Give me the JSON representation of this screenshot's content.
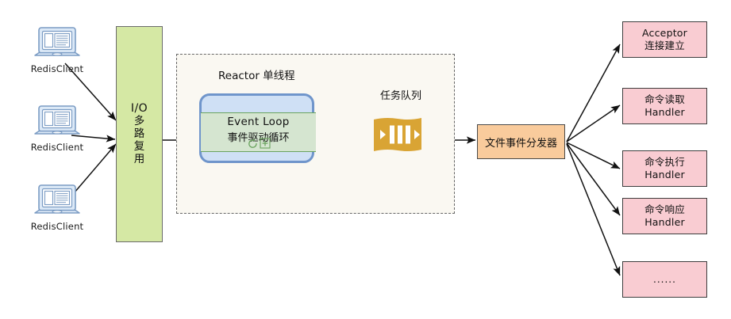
{
  "diagram": {
    "title": "Redis Reactor single-thread event model",
    "background": "#ffffff"
  },
  "clients": [
    {
      "label": "RedisClient",
      "icon": "laptop-icon"
    },
    {
      "label": "RedisClient",
      "icon": "laptop-icon"
    },
    {
      "label": "RedisClient",
      "icon": "laptop-icon"
    }
  ],
  "multiplexer": {
    "line_latin": "I/O",
    "chars": [
      "多",
      "路",
      "复",
      "用"
    ],
    "color": "#d5e8a4"
  },
  "reactor": {
    "title": "Reactor 单线程",
    "background": "#faf8f2",
    "border": "#666666"
  },
  "event_loop": {
    "line1": "Event Loop",
    "line2": "事件驱动循环",
    "outer_color": "#cfe0f5",
    "outer_border": "#6f95cb",
    "inner_color": "#d5e5d0",
    "inner_border": "#6aa35e",
    "icons": [
      "refresh-loop-icon",
      "plus-box-icon"
    ]
  },
  "task_queue": {
    "label": "任务队列",
    "color": "#d9a434",
    "icon": "task-queue-icon"
  },
  "dispatcher": {
    "label": "文件事件分发器",
    "color": "#f9cb9c"
  },
  "handlers": [
    {
      "line1": "Acceptor",
      "line2": "连接建立"
    },
    {
      "line1": "命令读取",
      "line2": "Handler"
    },
    {
      "line1": "命令执行",
      "line2": "Handler"
    },
    {
      "line1": "命令响应",
      "line2": "Handler"
    },
    {
      "line1": "......",
      "line2": ""
    }
  ],
  "handler_color": "#f9ccd2"
}
